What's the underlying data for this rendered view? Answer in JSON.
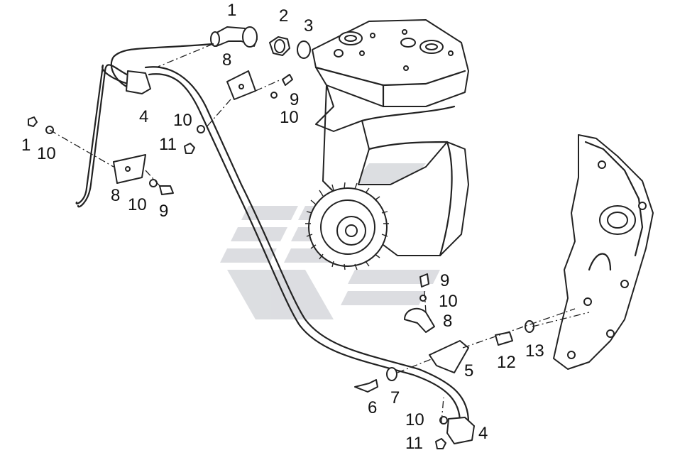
{
  "labels": [
    {
      "id": "p1a",
      "text": "1"
    },
    {
      "id": "p2",
      "text": "2"
    },
    {
      "id": "p3",
      "text": "3"
    },
    {
      "id": "p8a",
      "text": "8"
    },
    {
      "id": "p9a",
      "text": "9"
    },
    {
      "id": "p10a",
      "text": "10"
    },
    {
      "id": "p4a",
      "text": "4"
    },
    {
      "id": "p10b",
      "text": "10"
    },
    {
      "id": "p11a",
      "text": "11"
    },
    {
      "id": "p1b",
      "text": "1"
    },
    {
      "id": "p10c",
      "text": "10"
    },
    {
      "id": "p8b",
      "text": "8"
    },
    {
      "id": "p10d",
      "text": "10"
    },
    {
      "id": "p9b",
      "text": "9"
    },
    {
      "id": "p9c",
      "text": "9"
    },
    {
      "id": "p10e",
      "text": "10"
    },
    {
      "id": "p8c",
      "text": "8"
    },
    {
      "id": "p5",
      "text": "5"
    },
    {
      "id": "p12",
      "text": "12"
    },
    {
      "id": "p13",
      "text": "13"
    },
    {
      "id": "p6",
      "text": "6"
    },
    {
      "id": "p7",
      "text": "7"
    },
    {
      "id": "p10f",
      "text": "10"
    },
    {
      "id": "p4b",
      "text": "4"
    },
    {
      "id": "p11b",
      "text": "11"
    }
  ]
}
